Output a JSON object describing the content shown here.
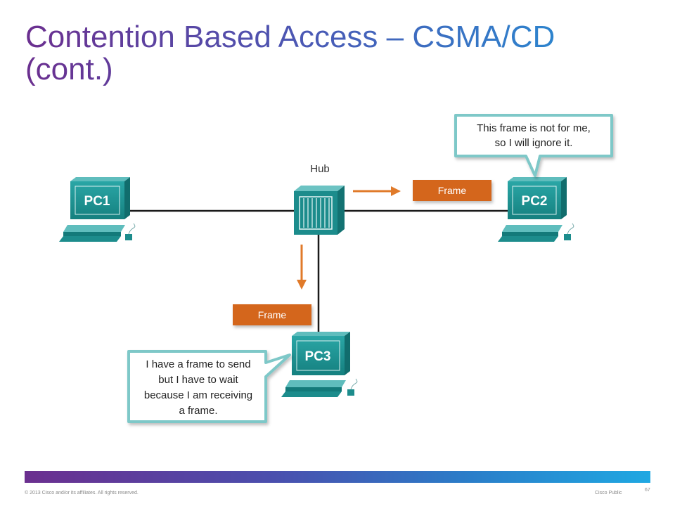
{
  "slide": {
    "title_line1": "Contention Based Access – CSMA/CD",
    "title_line2": "(cont.)"
  },
  "diagram": {
    "hub_label": "Hub",
    "devices": {
      "pc1": "PC1",
      "pc2": "PC2",
      "pc3": "PC3"
    },
    "frame_labels": {
      "to_pc2": "Frame",
      "to_pc3": "Frame"
    },
    "callouts": {
      "pc2": [
        "This frame is not for me,",
        "so I will ignore it."
      ],
      "pc3": [
        "I have a frame to send",
        "but I have to wait",
        "because I am receiving",
        "a frame."
      ]
    },
    "colors": {
      "device_teal": "#1c8c8c",
      "frame_orange": "#d4661f",
      "callout_border": "#7ec8c8",
      "callout_fill": "#ffffff",
      "link_line": "#1a1a1a"
    }
  },
  "footer": {
    "copyright": "© 2013 Cisco and/or its affiliates. All rights reserved.",
    "classification": "Cisco Public",
    "page_number": "67"
  }
}
